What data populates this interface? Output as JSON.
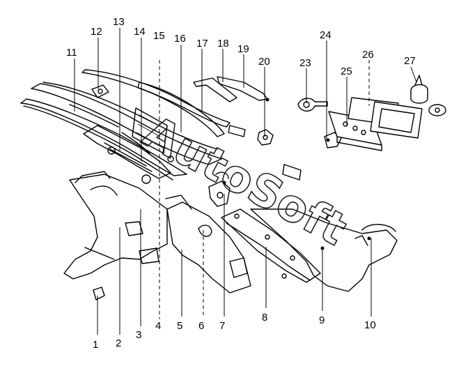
{
  "diagram": {
    "watermark": "AutoSoft",
    "part_labels": [
      "1",
      "2",
      "3",
      "4",
      "5",
      "6",
      "7",
      "8",
      "9",
      "10",
      "11",
      "12",
      "13",
      "14",
      "15",
      "16",
      "17",
      "18",
      "19",
      "20",
      "23",
      "24",
      "25",
      "26",
      "27"
    ]
  }
}
